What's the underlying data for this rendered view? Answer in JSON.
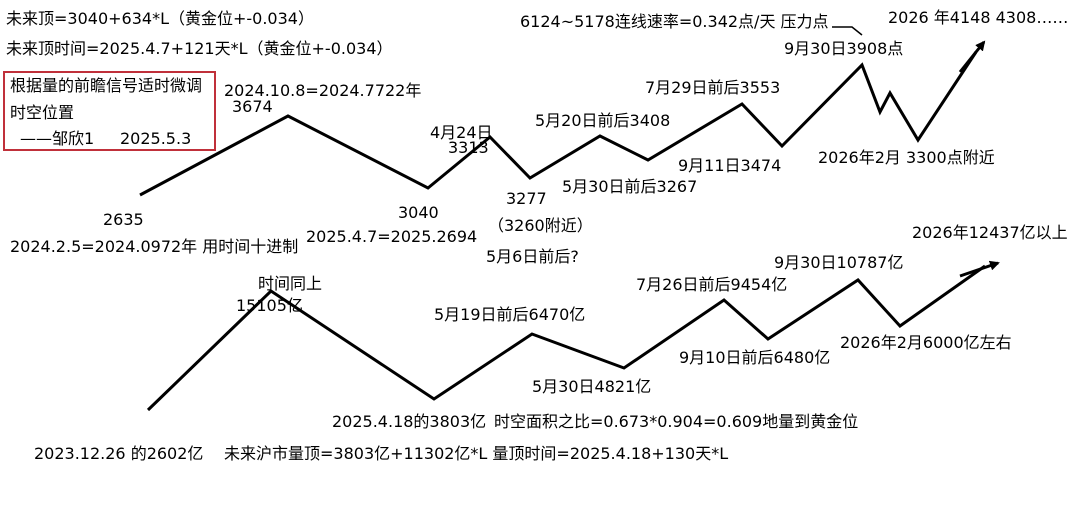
{
  "header": {
    "line1": "未来顶=3040+634*L（黄金位+-0.034）",
    "line2": "未来顶时间=2025.4.7+121天*L（黄金位+-0.034）"
  },
  "note_box": {
    "line1": "根据量的前瞻信号适时微调",
    "line2": "时空位置",
    "signature": "——邹欣1",
    "date": "2025.5.3"
  },
  "colors": {
    "box_border": "#c0303a",
    "line": "#000000"
  },
  "index_chart": {
    "labels": {
      "start_value": "2635",
      "start_date": "2024.2.5=2024.0972年 用时间十进制",
      "peak1_date": "2024.10.8=2024.7722年",
      "peak1_value": "3674",
      "low1_value": "3040",
      "low1_date": "2025.4.7=2025.2694",
      "apr24_date": "4月24日",
      "apr24_value": "3313",
      "low2_value": "3277",
      "low2_note": "（3260附近）",
      "may6": "5月6日前后?",
      "may20": "5月20日前后3408",
      "may30": "5月30日前后3267",
      "jul29": "7月29日前后3553",
      "sep11": "9月11日3474",
      "sep30": "9月30日3908点",
      "rate": "6124~5178连线速率=0.342点/天 压力点",
      "feb2026": "2026年2月 3300点附近",
      "target2026": "2026 年4148 4308……"
    }
  },
  "volume_chart": {
    "labels": {
      "start": "2023.12.26 的2602亿",
      "time_same": "时间同上",
      "peak1": "15105亿",
      "low1": "2025.4.18的3803亿",
      "ratio": "时空面积之比=0.673*0.904=0.609地量到黄金位",
      "may19": "5月19日前后6470亿",
      "may30": "5月30日4821亿",
      "jul26": "7月26日前后9454亿",
      "sep10": "9月10日前后6480亿",
      "sep30": "9月30日10787亿",
      "feb2026": "2026年2月6000亿左右",
      "target2026": "2026年12437亿以上",
      "formula": "未来沪市量顶=3803亿+11302亿*L 量顶时间=2025.4.18+130天*L"
    }
  }
}
